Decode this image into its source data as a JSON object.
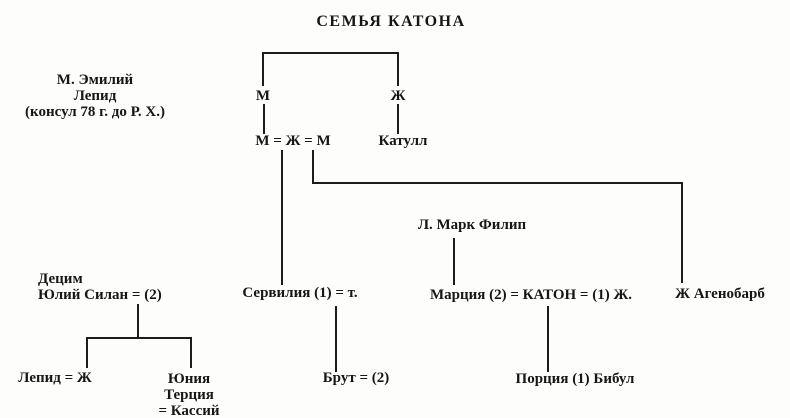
{
  "title": "СЕМЬЯ КАТОНА",
  "side_note": {
    "line1": "М. Эмилий",
    "line2": "Лепид",
    "line3": "(консул 78 г. до Р. Х.)"
  },
  "tree": {
    "gen1": {
      "father": "М",
      "mother": "Ж"
    },
    "gen2": {
      "marriages": "М = Ж = М",
      "catullus": "Катулл"
    },
    "philip": "Л. Марк Филип",
    "gen3": {
      "silanus_line1": "Децим",
      "silanus_line2": "Юлий Силан = (2)",
      "servilia": "Сервилия (1) = т.",
      "marcia_cato": "Марция (2) = КАТОН = (1) Ж.",
      "ahenobarbus": "Ж Агенобарб"
    },
    "gen4": {
      "lepidus": "Лепид = Ж",
      "junia_line1": "Юния",
      "junia_line2": "Терция",
      "junia_line3": "= Кассий",
      "brutus": "Брут = (2)",
      "porcia": "Порция (1) Бибул"
    }
  }
}
